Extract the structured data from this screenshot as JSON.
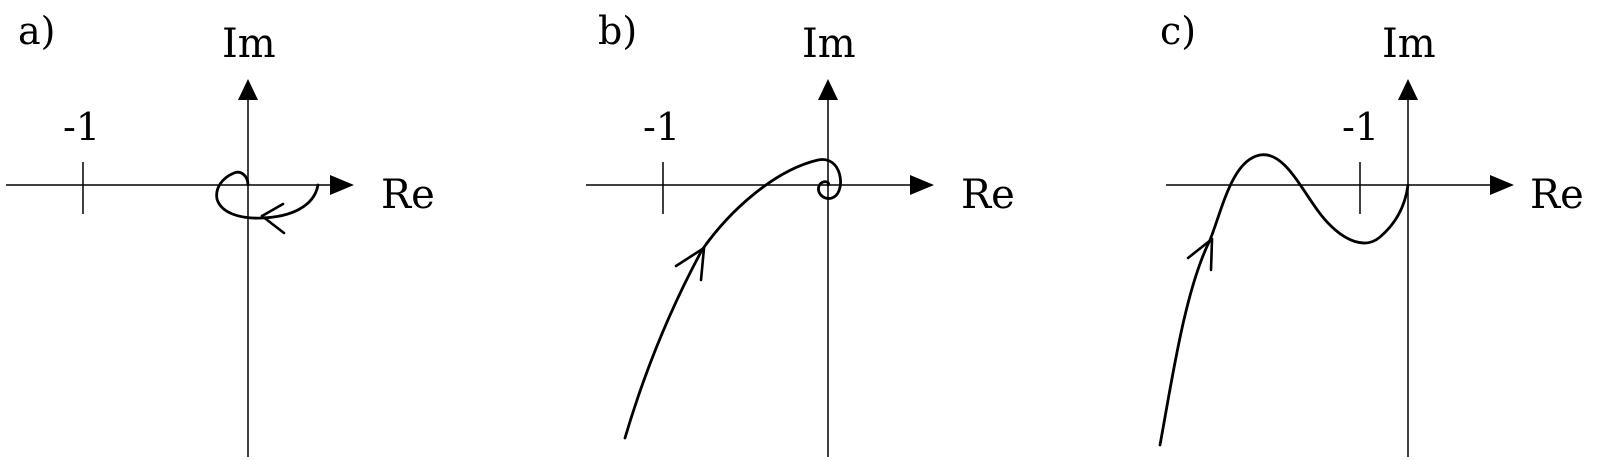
{
  "panels": [
    {
      "label": "a)",
      "x_axis_label": "Re",
      "y_axis_label": "Im",
      "tick_label": "-1"
    },
    {
      "label": "b)",
      "x_axis_label": "Re",
      "y_axis_label": "Im",
      "tick_label": "-1"
    },
    {
      "label": "c)",
      "x_axis_label": "Re",
      "y_axis_label": "Im",
      "tick_label": "-1"
    }
  ]
}
